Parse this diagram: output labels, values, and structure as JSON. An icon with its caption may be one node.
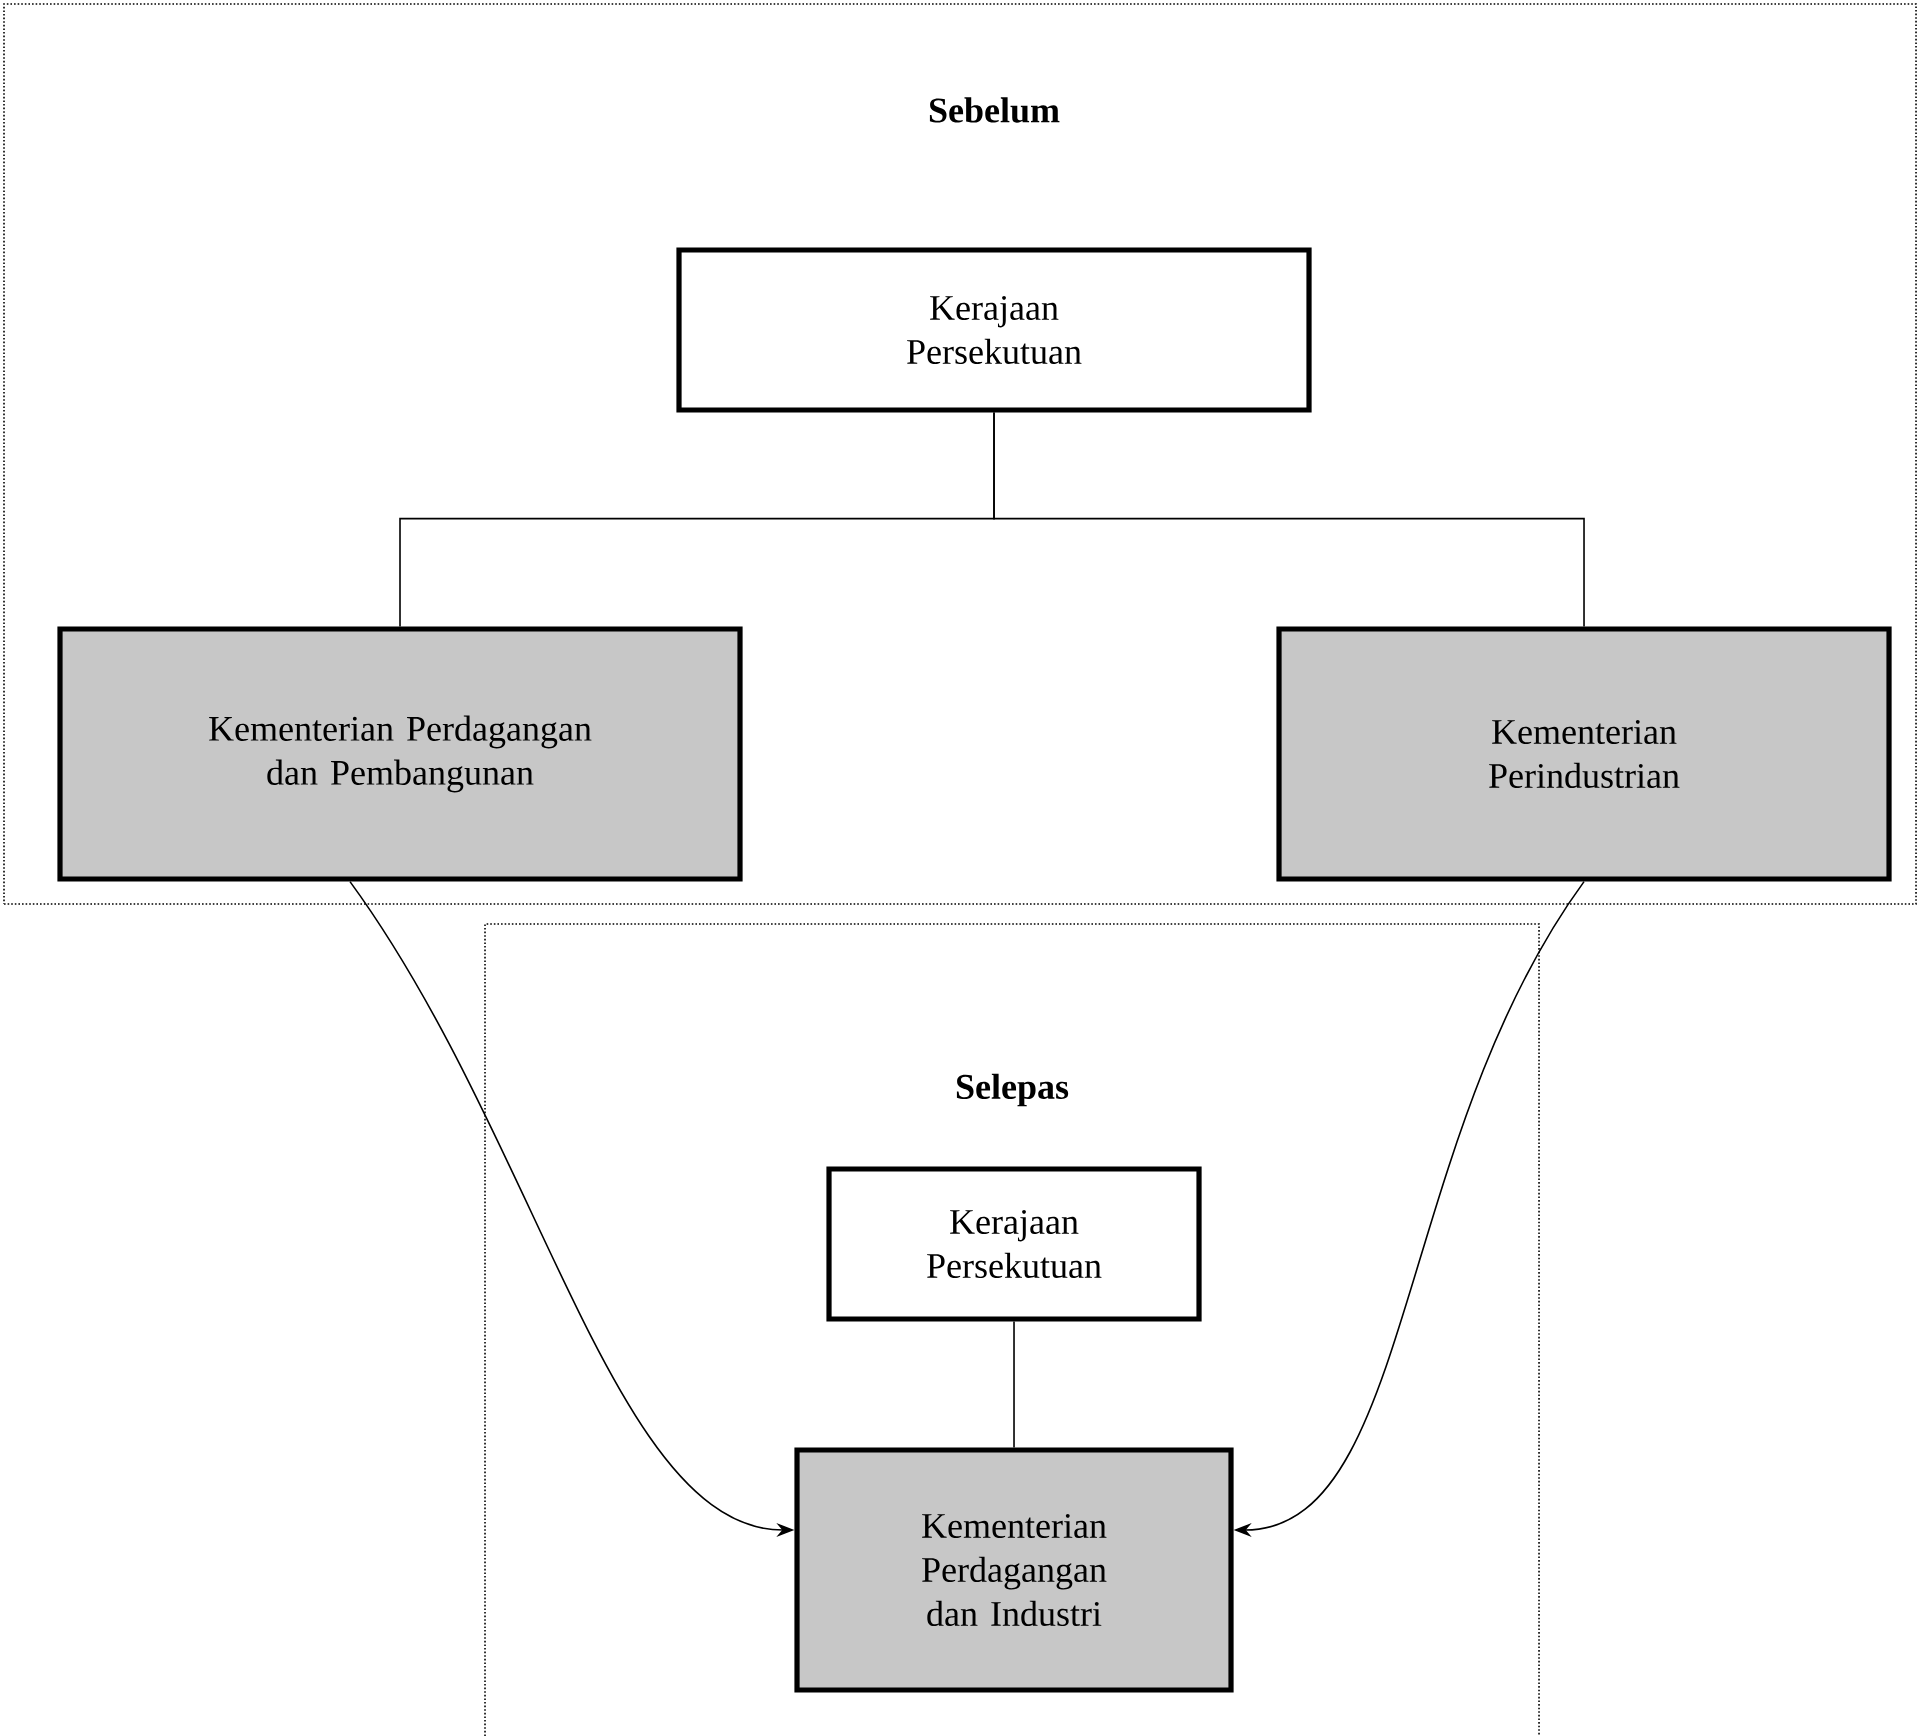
{
  "diagram": {
    "nodes": [
      {
        "text": [
          "Sebelum"
        ]
      },
      {
        "text": [
          "Kerajaan Persekutuan"
        ],
        "in": 0
      },
      {
        "text": [
          "Kementerian Perdagangan dan Pembangunan"
        ],
        "in": 0
      },
      {
        "text": [
          "Kementerian Perindustrian"
        ],
        "in": 0
      },
      {
        "text": [
          "Selepas"
        ]
      },
      {
        "text": [
          "Kerajaan Persekutuan"
        ],
        "in": 4
      },
      {
        "text": [
          "Kementerian Perdagangan dan Industri"
        ],
        "in": 4
      }
    ],
    "edges": [
      {
        "from": 1,
        "to": 2,
        "arrow": "none"
      },
      {
        "from": 1,
        "to": 3,
        "arrow": "none"
      },
      {
        "from": 2,
        "to": 6,
        "arrow": "to"
      },
      {
        "from": 3,
        "to": 6,
        "arrow": "to"
      },
      {
        "from": 5,
        "to": 6,
        "arrow": "none"
      }
    ]
  }
}
